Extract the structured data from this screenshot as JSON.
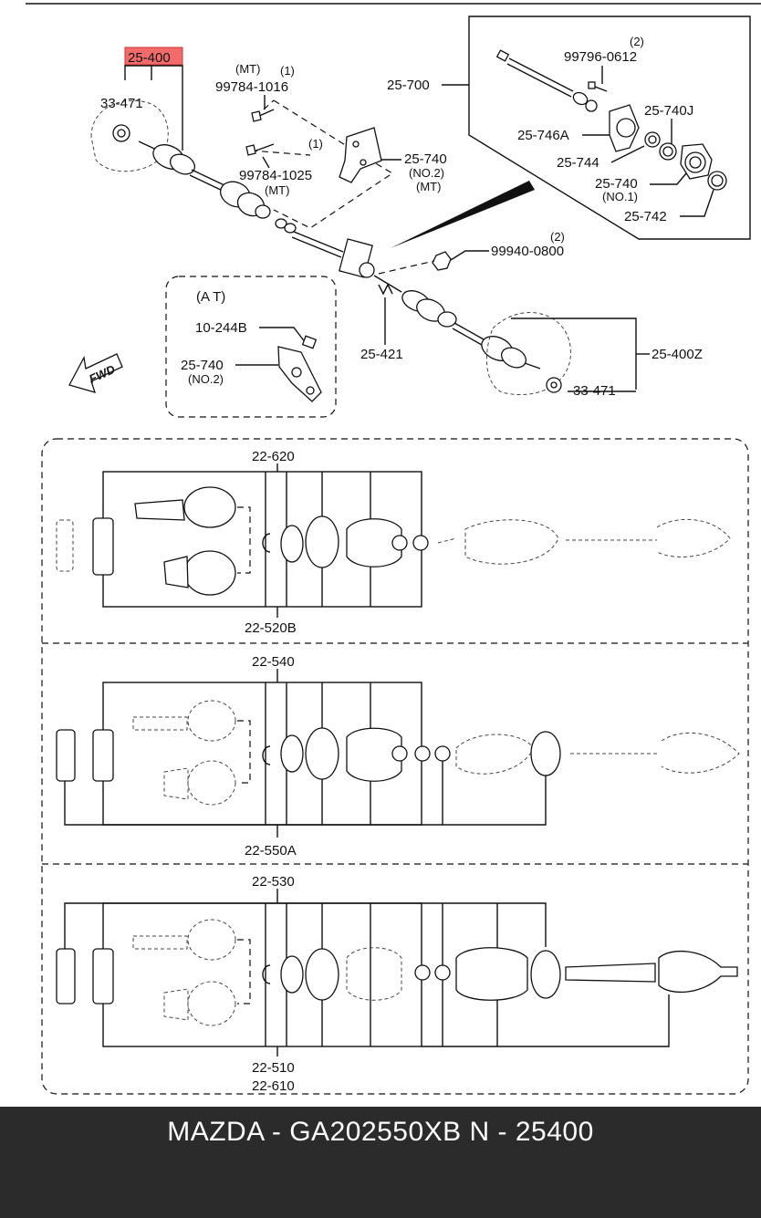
{
  "top_assembly": {
    "highlighted_part": "25-400",
    "highlight_color": "#f26b6b",
    "labels": {
      "l_33471_top": "33-471",
      "l_mt1": "(MT)",
      "l_one1": "(1)",
      "l_99784_1016": "99784-1016",
      "l_one2": "(1)",
      "l_99784_1025": "99784-1025",
      "l_mt2": "(MT)",
      "l_25740": "25-740",
      "l_no2": "(NO.2)",
      "l_mt3": "(MT)",
      "l_25700": "25-700",
      "l_two1": "(2)",
      "l_99796_0612": "99796-0612",
      "l_25740j": "25-740J",
      "l_25746a": "25-746A",
      "l_25744": "25-744",
      "l_25740b": "25-740",
      "l_no1": "(NO.1)",
      "l_25742": "25-742",
      "l_two2": "(2)",
      "l_99940_0800": "99940-0800",
      "l_at": "(A T)",
      "l_10244b": "10-244B",
      "l_25740c": "25-740",
      "l_no2b": "(NO.2)",
      "l_25421": "25-421",
      "l_25400z": "25-400Z",
      "l_33471_bot": "33-471",
      "l_fwd": "FWD"
    }
  },
  "panels": [
    {
      "top_label": "22-620",
      "bottom_label": "22-520B"
    },
    {
      "top_label": "22-540",
      "bottom_label": "22-550A"
    },
    {
      "top_label": "22-530",
      "bottom_label": "22-510",
      "bottom_label2": "22-610"
    }
  ],
  "footer": {
    "text": "MAZDA - GA202550XB    N - 25400",
    "background": "#2b2b2b"
  }
}
